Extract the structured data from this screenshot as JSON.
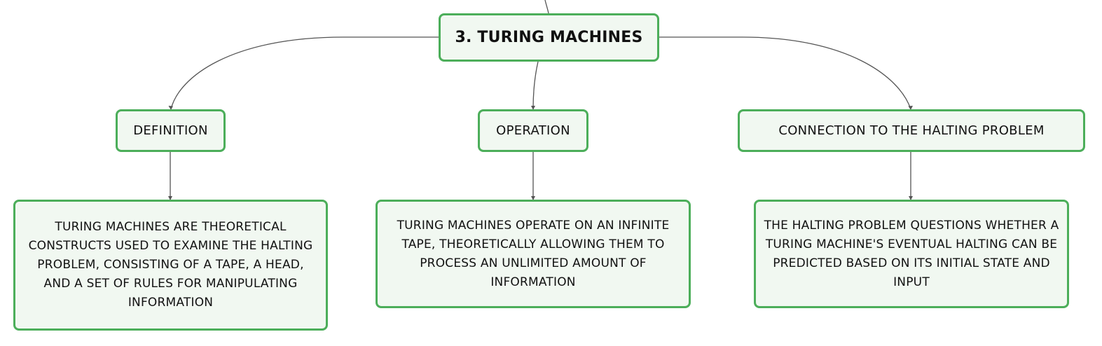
{
  "colors": {
    "node_border": "#4cae5a",
    "node_fill": "#f1f8f1",
    "connector": "#555555",
    "text": "#111111"
  },
  "root": {
    "title": "3. TURING MACHINES"
  },
  "branches": [
    {
      "label": "DEFINITION",
      "detail": "TURING MACHINES ARE THEORETICAL CONSTRUCTS USED TO EXAMINE THE HALTING PROBLEM, CONSISTING OF A TAPE, A HEAD, AND A SET OF RULES FOR MANIPULATING INFORMATION"
    },
    {
      "label": "OPERATION",
      "detail": "TURING MACHINES OPERATE ON AN INFINITE TAPE, THEORETICALLY ALLOWING THEM TO PROCESS AN UNLIMITED AMOUNT OF INFORMATION"
    },
    {
      "label": "CONNECTION TO THE HALTING PROBLEM",
      "detail": "THE HALTING PROBLEM QUESTIONS WHETHER A TURING MACHINE'S EVENTUAL HALTING CAN BE PREDICTED BASED ON ITS INITIAL STATE AND INPUT"
    }
  ]
}
